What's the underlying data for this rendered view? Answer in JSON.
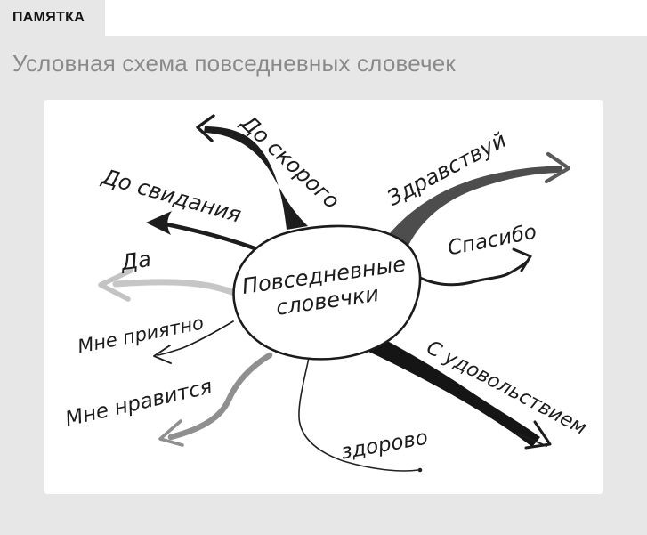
{
  "header": {
    "tab_label": "ПАМЯТКА",
    "title": "Условная схема повседневных словечек"
  },
  "diagram": {
    "type": "hand-drawn mindmap",
    "center": {
      "line1": "Повседневные",
      "line2": "словечки"
    },
    "branches": [
      {
        "id": "do-skorogo",
        "label": "До скорого",
        "direction": "up-left",
        "ink": "black-thick"
      },
      {
        "id": "do-svidaniya",
        "label": "До свидания",
        "direction": "left-up",
        "ink": "black-medium"
      },
      {
        "id": "da",
        "label": "Да",
        "direction": "left",
        "ink": "light-gray"
      },
      {
        "id": "mne-priyatno",
        "label": "Мне приятно",
        "direction": "left-down",
        "ink": "black-thin"
      },
      {
        "id": "mne-nravitsya",
        "label": "Мне нравится",
        "direction": "down-left",
        "ink": "gray-thick"
      },
      {
        "id": "zdravstvuy",
        "label": "Здравствуй",
        "direction": "up-right",
        "ink": "dark-gray-thick"
      },
      {
        "id": "spasibo",
        "label": "Спасибо",
        "direction": "right",
        "ink": "black-medium"
      },
      {
        "id": "s-udovolstviem",
        "label": "С удовольствием",
        "direction": "down-right",
        "ink": "black-thick"
      },
      {
        "id": "zdorovo",
        "label": "здорово",
        "direction": "down",
        "ink": "black-thin"
      }
    ]
  },
  "colors": {
    "panel_gray": "#e7e7e7",
    "title_text": "#8a8a8a",
    "ink_black": "#1d1d1d",
    "ink_dark_gray": "#4d4d4d",
    "ink_gray": "#8f8f8f",
    "ink_light_gray": "#c6c6c6",
    "canvas_white": "#ffffff"
  }
}
